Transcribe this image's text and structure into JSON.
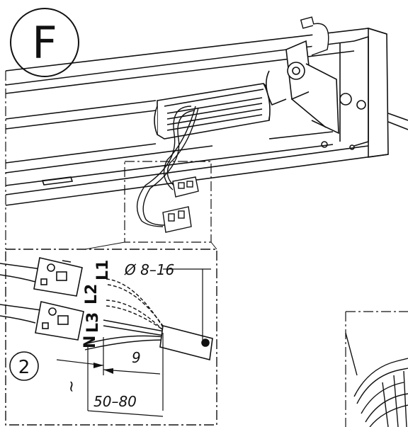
{
  "step_label": "F",
  "callout_number": "2",
  "terminals": {
    "l1": "L1",
    "l2": "L2",
    "l3": "L3",
    "n": "N"
  },
  "dimensions": {
    "cable_diameter": "Ø 8–16",
    "strip_length": "9",
    "approx_symbol": "~",
    "sheath_strip_length": "50–80"
  }
}
